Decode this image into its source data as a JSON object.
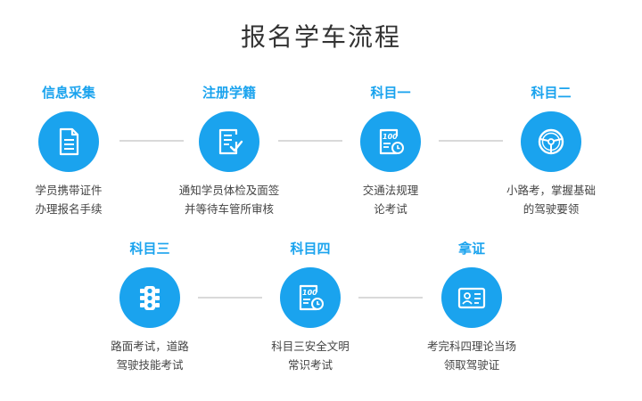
{
  "page": {
    "title": "报名学车流程"
  },
  "steps": [
    {
      "label": "信息采集",
      "desc": [
        "学员携带证件",
        "办理报名手续"
      ],
      "icon": "document-icon"
    },
    {
      "label": "注册学籍",
      "desc": [
        "通知学员体检及面签",
        "并等待车管所审核"
      ],
      "icon": "register-check-icon"
    },
    {
      "label": "科目一",
      "desc": [
        "交通法规理",
        "论考试"
      ],
      "icon": "exam-100-clock-icon"
    },
    {
      "label": "科目二",
      "desc": [
        "小路考，掌握基础",
        "的驾驶要领"
      ],
      "icon": "steering-wheel-icon"
    },
    {
      "label": "科目三",
      "desc": [
        "路面考试，道路",
        "驾驶技能考试"
      ],
      "icon": "traffic-light-icon"
    },
    {
      "label": "科目四",
      "desc": [
        "科目三安全文明",
        "常识考试"
      ],
      "icon": "exam-100-clock-icon"
    },
    {
      "label": "拿证",
      "desc": [
        "考完科四理论当场",
        "领取驾驶证"
      ],
      "icon": "license-card-icon"
    }
  ],
  "icon_text": {
    "score": "100"
  },
  "colors": {
    "accent": "#1aa3ee",
    "connector": "#d9d9d9",
    "text": "#444444"
  }
}
